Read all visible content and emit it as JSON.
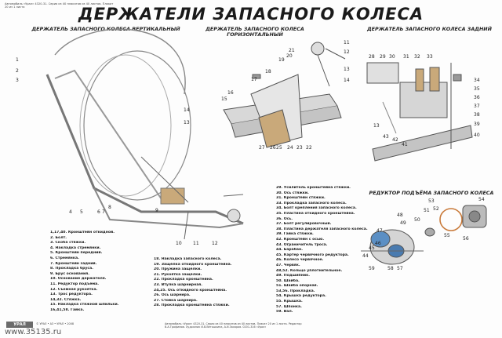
{
  "poster": {
    "title": "ДЕРЖАТЕЛИ ЗАПАСНОГО КОЛЕСА",
    "header_note": "Автомобиль «Урал» 4320-31. Серия из 40 плакатов из 40 листов. Плакат 20 из 1 листа",
    "url": "www.35135.ru",
    "logo": "УРАЛ",
    "footer_info": "© УРАЛ • АЗ • УРАЛ • 2008",
    "footer_note": "Автомобиль «Урал» 4320-31. Серия из 40 плакатов из 40 листов. Плакат 20 из 1 листа. Редактор В.А.Трофимов. Художник И.В.Ветошкина, А.И.Захаров. 0201-316 «Урал»"
  },
  "sections": {
    "vertical": "ДЕРЖАТЕЛЬ ЗАПАСНОГО КОЛЕСА ВЕРТИКАЛЬНЫЙ",
    "horizontal_line1": "ДЕРЖАТЕЛЬ ЗАПАСНОГО КОЛЕСА",
    "horizontal_line2": "ГОРИЗОНТАЛЬНЫЙ",
    "rear": "ДЕРЖАТЕЛЬ ЗАПАСНОГО КОЛЕСА ЗАДНИЙ",
    "reducer": "РЕДУКТОР ПОДЪЁМА ЗАПАСНОГО КОЛЕСА"
  },
  "legend_left": [
    "1,17,40. Кронштейн откидной.",
    "2. Болт.",
    "3. Скоба стяжки.",
    "4. Накладка стремянки.",
    "5. Кронштейн передний.",
    "6. Стремянка.",
    "7. Кронштейн задний.",
    "8. Прокладка бруса.",
    "9. Брус основания.",
    "10. Основание держателя.",
    "11. Редуктор подъёма.",
    "12. Съемная рукоятка.",
    "13. Трос редуктора.",
    "14,32. Стяжка.",
    "15. Накладка стяжной шпильки.",
    "16,41,58. Гайка."
  ],
  "legend_mid": [
    "18. Накладка запасного колеса.",
    "19. Защёлка откидного кронштейна.",
    "20. Пружина защёлки.",
    "21. Рукоятка защёлки.",
    "22. Прокладка кронштейна.",
    "23. Втулка шарнирная.",
    "24,25. Ось откидного кронштейна.",
    "26. Ось шарнира.",
    "27. Стойка шарнира.",
    "28. Прокладка кронштейна стяжки."
  ],
  "legend_right": [
    "29. Усилитель кронштейна стяжки.",
    "30. Ось стяжки.",
    "31. Кронштейн стяжки.",
    "33. Прокладка запасного колеса.",
    "34. Болт крепления запасного колеса.",
    "35. Пластина откидного кронштейна.",
    "36. Ось.",
    "37. Болт регулировочный.",
    "38. Пластина держателя запасного колеса.",
    "39. Гайка стяжки.",
    "42. Кронштейн с осью.",
    "43. Ограничитель троса.",
    "44. Барабан.",
    "45. Картер червячного редуктора.",
    "46. Колесо червячное.",
    "47. Червяк.",
    "48,52. Кольцо уплотнительное.",
    "49. Подшипник.",
    "50. Шайба.",
    "51. Шайба опорная.",
    "53,56. Прокладка.",
    "54. Крышка редуктора.",
    "55. Крышка.",
    "57. Шпонка.",
    "59. Вал."
  ],
  "callouts_vertical": [
    "1",
    "2",
    "3",
    "4",
    "5",
    "6",
    "7",
    "8",
    "9",
    "10",
    "11",
    "12",
    "13",
    "14"
  ],
  "callouts_horizontal": [
    "11",
    "12",
    "13",
    "14",
    "15",
    "16",
    "17",
    "18",
    "19",
    "20",
    "21",
    "22",
    "23",
    "24",
    "25",
    "26",
    "27"
  ],
  "callouts_rear": [
    "28",
    "29",
    "30",
    "31",
    "32",
    "33",
    "34",
    "35",
    "36",
    "37",
    "38",
    "39",
    "40",
    "41",
    "42",
    "43",
    "13"
  ],
  "callouts_reducer": [
    "44",
    "45",
    "46",
    "47",
    "48",
    "49",
    "50",
    "51",
    "52",
    "53",
    "54",
    "55",
    "56",
    "57",
    "58",
    "59"
  ]
}
